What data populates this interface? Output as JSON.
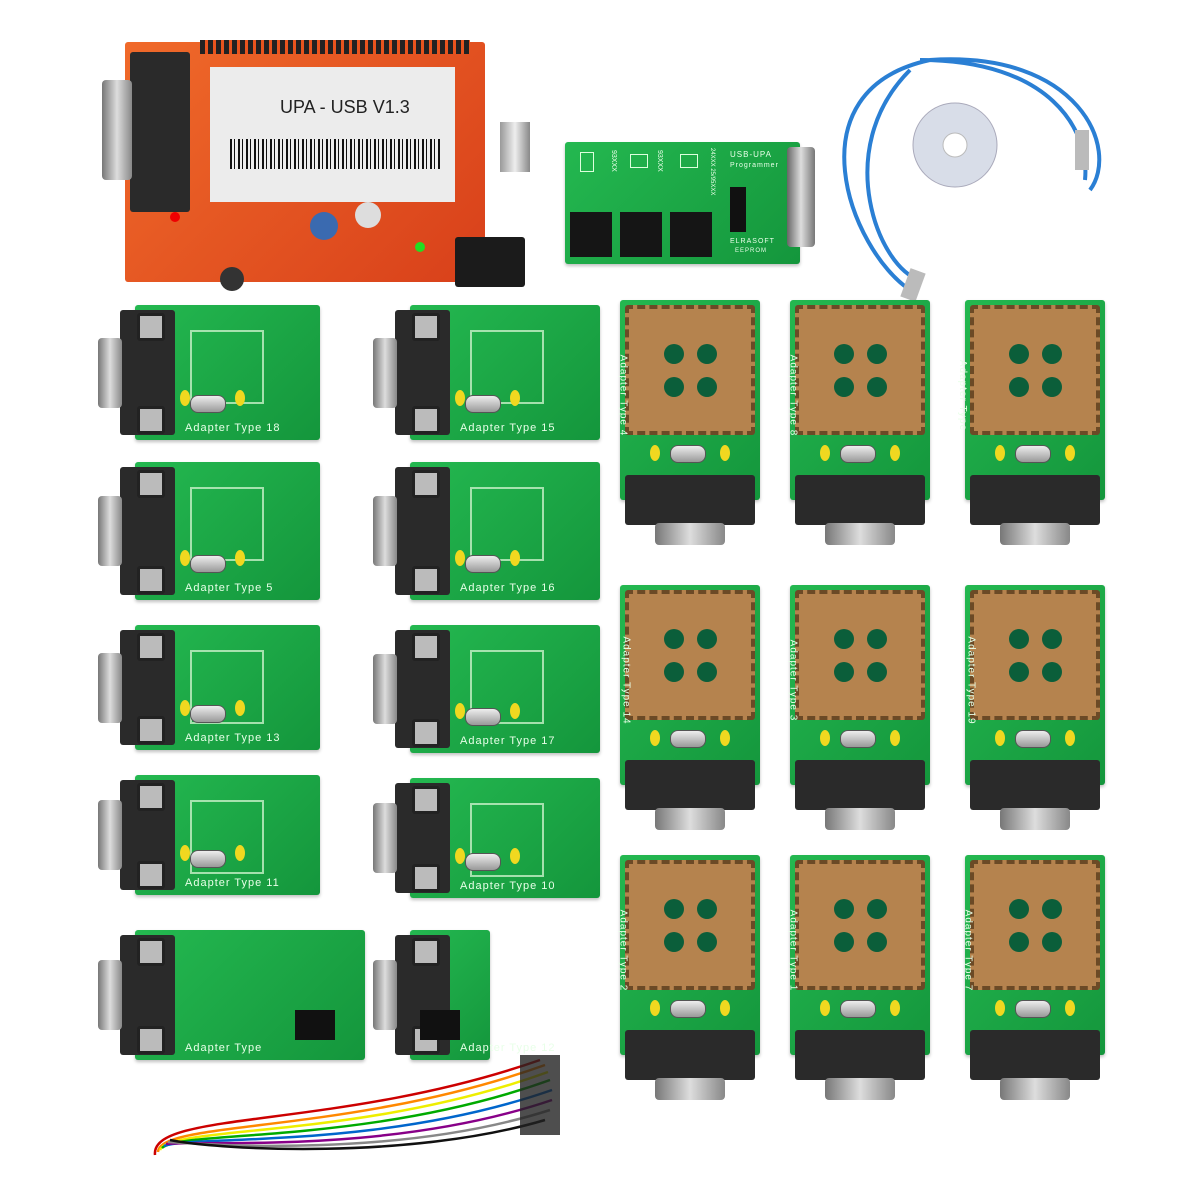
{
  "product": {
    "main_board_label": "UPA - USB V1.3",
    "usb_upa_board": {
      "title": "USB-UPA",
      "subtitle": "Programmer",
      "brand": "ELRASOFT",
      "eeprom": "EEPROM",
      "chip_labels": [
        "93XXX",
        "93XXX",
        "24XXX 25/95XXX"
      ]
    },
    "adapters_small": [
      "Adapter Type 18",
      "Adapter Type 15",
      "Adapter Type 5",
      "Adapter Type 16",
      "Adapter Type 13",
      "Adapter Type 17",
      "Adapter Type 11",
      "Adapter Type 10",
      "Adapter Type",
      "Adapter Type 12"
    ],
    "adapters_plcc": [
      "Adapter Type 4",
      "Adapter Type 8",
      "Adapter Type",
      "Adapter Type 14",
      "Adapter Type 3",
      "Adapter Type 19",
      "Adapter Type 2",
      "Adapter Type 1",
      "Adapter Type 7"
    ]
  },
  "colors": {
    "pcb_green": "#1fae4a",
    "main_board_orange": "#e8541e",
    "cable_blue": "#2a7fd4",
    "plcc_socket": "#b5834e"
  }
}
